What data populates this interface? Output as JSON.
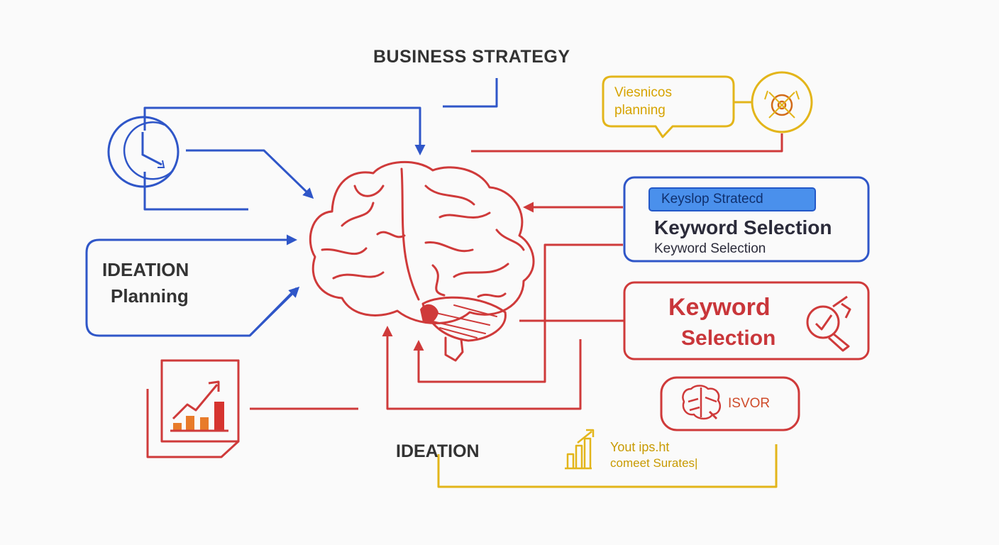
{
  "diagram": {
    "title": "BUSINESS STRATEGY",
    "footer_label": "IDEATION",
    "ideation_box": {
      "line1": "IDEATION",
      "line2": "Planning"
    },
    "speech_bubble": {
      "line1": "Viesnicos",
      "line2": "planning"
    },
    "keyword_card_blue": {
      "chip_label": "Keyslop Strateсd",
      "title": "Keyword Selection",
      "subtitle": "Keyword Selection"
    },
    "keyword_card_red": {
      "line1": "Keyword",
      "line2": "Selection"
    },
    "isvor_pill": {
      "label": "ISVOR"
    },
    "insight_note": {
      "line1": "Yout ipѕ.ht",
      "line2": "comeet Surates|"
    }
  },
  "colors": {
    "blue": "#2f56c8",
    "red": "#cf3a3a",
    "yellow": "#e3b51a",
    "text_dark": "#333333"
  },
  "icons": {
    "clock": "clock-icon",
    "target": "target-icon",
    "brain": "brain-icon",
    "chart": "chart-document-icon",
    "tools": "tools-icon",
    "small_brain": "small-brain-icon",
    "bar_chart": "bar-chart-icon"
  }
}
